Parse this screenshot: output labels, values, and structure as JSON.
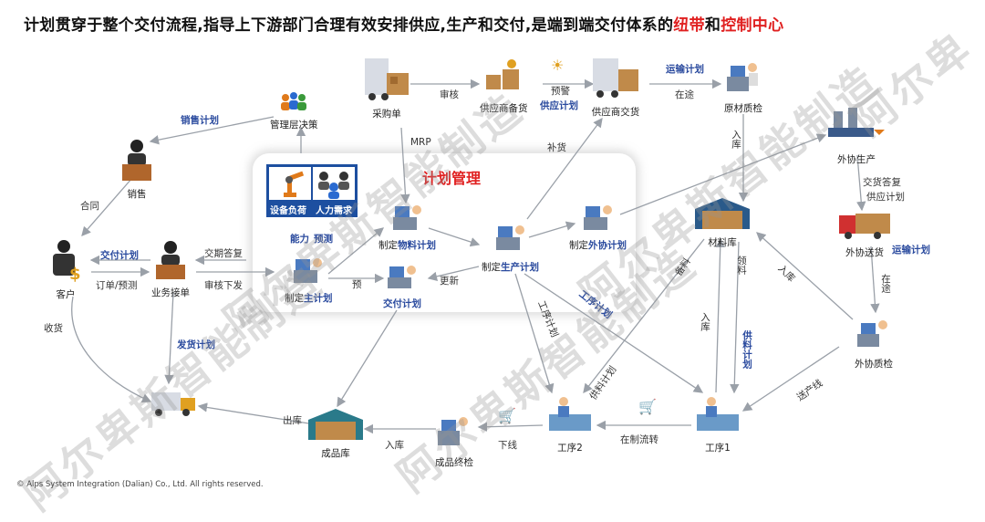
{
  "title": {
    "prefix": "计划贯穿于整个交付流程,指导上下游部门合理有效安排供应,生产和交付,是端到端交付体系的",
    "hl1": "纽带",
    "mid": "和",
    "hl2": "控制中心"
  },
  "plan_section": {
    "title": "计划管理",
    "capability_label": "能力",
    "forecast_label": "预测",
    "equipment_label": "设备负荷",
    "manpower_label": "人力需求"
  },
  "nodes": {
    "mgmt": "管理层决策",
    "sales": "销售",
    "customer": "客户",
    "order": "业务接单",
    "purchase": "采购单",
    "supplier_prep": "供应商备货",
    "supplier_deliver": "供应商交货",
    "raw_qc": "原材质检",
    "outsource_prod": "外协生产",
    "outsource_ship": "外协送货",
    "outsource_qc": "外协质检",
    "material_store": "材料库",
    "process1": "工序1",
    "process2": "工序2",
    "final_qc": "成品终检",
    "finished_store": "成品库",
    "truck": "",
    "master_plan_prefix": "制定",
    "master_plan_suffix": "主计划",
    "material_plan_prefix": "制定",
    "material_plan_suffix": "物料计划",
    "delivery_plan": "交付计划",
    "production_plan_prefix": "制定",
    "production_plan_suffix": "生产计划",
    "outsource_plan_prefix": "制定",
    "outsource_plan_suffix": "外协计划"
  },
  "labels": {
    "sales_plan": "销售计划",
    "contract": "合同",
    "delivery_plan_blue": "交付计划",
    "order_forecast": "订单/预测",
    "delivery_reply": "交期答复",
    "review_issue": "审核下发",
    "receive": "收货",
    "ship_plan": "发货计划",
    "outbound": "出库",
    "audit": "审核",
    "warning": "预警",
    "supply_plan": "供应计划",
    "transport_plan": "运输计划",
    "in_transit": "在途",
    "mrp": "MRP",
    "replenish": "补货",
    "inbound": "入库",
    "pre": "预",
    "update": "更新",
    "delivery_reply2": "交货答复",
    "supply_plan2": "供应计划",
    "transport_plan2": "运输计划",
    "in_transit2": "在途",
    "inbound2": "入库",
    "feed": "领料",
    "feed_plan": "供料计划",
    "inbound3": "入库",
    "process_plan": "工序计划",
    "process_plan2": "工序计划",
    "feed_plan2": "供料计划",
    "send_line": "送产线",
    "wip_transfer": "在制流转",
    "offline": "下线",
    "inbound4": "入库",
    "prep": "备料"
  },
  "watermarks": [
    "阿尔卑斯智能制造",
    "阿尔卑斯智能制造",
    "阿尔卑斯智能制造",
    "阿尔卑斯智能制造",
    "阿尔卑"
  ],
  "footer": "© Alps System Integration (Dalian) Co., Ltd. All rights reserved.",
  "colors": {
    "accent_red": "#e02020",
    "label_blue": "#2a4a9e",
    "cap_blue": "#1d4fa0"
  }
}
